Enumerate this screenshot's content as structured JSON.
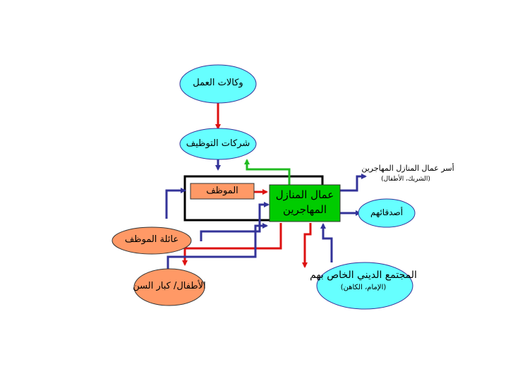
{
  "nodes": {
    "agencies": "وكالات العمل",
    "companies": "شركات التوظيف",
    "employer": "الموظف",
    "workers_line1": "عمال المنازل",
    "workers_line2": "المهاجرين",
    "families_line1": "أسر عمال المنازل المهاجرين",
    "families_line2": "(الشريك، الأطفال)",
    "friends": "أصدقائهم",
    "employer_family": "عائلة الموظف",
    "children_elderly": "الأطفال/ كبار السن",
    "community_line1": "المجتمع الديني الخاص بهم",
    "community_line2": "(الإمام، الكاهن)"
  },
  "colors": {
    "cyan_fill": "#66ffff",
    "salmon_fill": "#ff9966",
    "green_fill": "#00cc00",
    "red_line": "#dd1111",
    "blue_line": "#333399",
    "green_line": "#22bb22",
    "black_frame": "#000000"
  }
}
